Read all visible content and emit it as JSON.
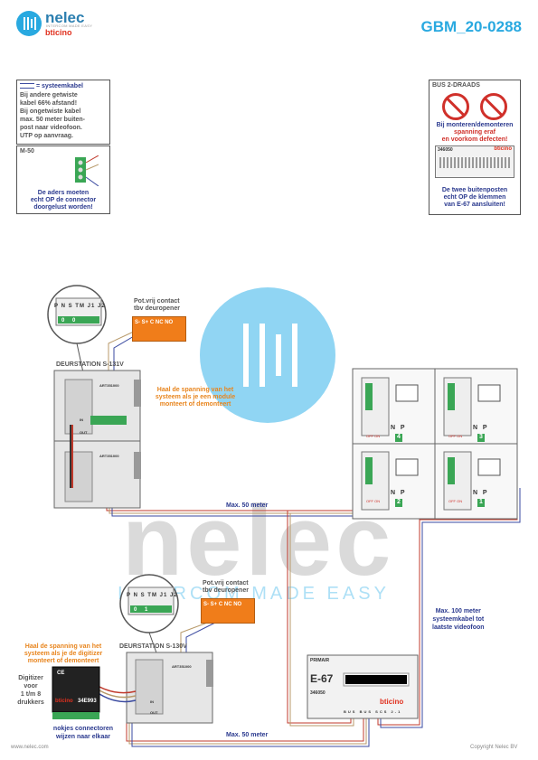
{
  "header": {
    "logo_name": "nelec",
    "logo_tagline": "INTERCOM MADE EASY",
    "logo_brand": "bticino",
    "doc_code": "GBM_20-0288"
  },
  "watermark": {
    "text": "nelec",
    "slogan": "INTERCOM MADE EASY"
  },
  "note_cable": {
    "title": "= systeemkabel",
    "lines": [
      "Bij andere getwiste",
      "kabel 66% afstand!",
      "Bij ongetwiste kabel",
      "max. 50 meter buiten-",
      "post naar videofoon.",
      "UTP op aanvraag."
    ]
  },
  "note_m50": {
    "title": "M-50",
    "warning_lines": [
      "De aders moeten",
      "echt OP de connector",
      "doorgelust worden!"
    ]
  },
  "note_bus": {
    "title": "BUS 2-DRAADS",
    "warning_lines": [
      "Bij monteren/demonteren",
      "spanning eraf",
      "en voorkom defecten!"
    ],
    "module_code": "346050",
    "module_brand": "bticino",
    "bottom_lines": [
      "De twee buitenposten",
      "echt OP de klemmen",
      "van E-67 aansluiten!"
    ]
  },
  "upper_station": {
    "terminals": [
      "P",
      "N",
      "S",
      "TM",
      "J1",
      "J2"
    ],
    "jumpers": [
      "0",
      "0"
    ],
    "contact_title_lines": [
      "Pot.vrij contact",
      "tbv deuropener"
    ],
    "contact_terminals": [
      "S-",
      "S+",
      "C",
      "NC",
      "NO"
    ],
    "name": "DEURSTATION S-131V",
    "module_label": "ART351000",
    "in_label": "IN",
    "out_label": "OUT",
    "module_label_2": "ART351000",
    "warning_lines": [
      "Haal de spanning van het",
      "systeem als je een module",
      "monteert of demonteert"
    ]
  },
  "lower_station": {
    "terminals": [
      "P",
      "N",
      "S",
      "TM",
      "J1",
      "J2"
    ],
    "jumpers": [
      "0",
      "1"
    ],
    "contact_title_lines": [
      "Pot.vrij contact",
      "tbv deuropener"
    ],
    "contact_terminals": [
      "S-",
      "S+",
      "C",
      "NC",
      "NO"
    ],
    "name": "DEURSTATION S-130V",
    "module_label": "ART351000",
    "in_label": "IN",
    "out_label": "OUT",
    "warning_lines": [
      "Haal de spanning van het",
      "systeem als je de digitizer",
      "monteert of demonteert"
    ],
    "digitizer_lines": [
      "Digitizer",
      "voor",
      "1 t/m 8",
      "drukkers"
    ],
    "digitizer_code": "34E993",
    "digitizer_brand": "bticino",
    "nokjes_lines": [
      "nokjes connectoren",
      "wijzen naar elkaar"
    ]
  },
  "monitors": [
    {
      "n": "N",
      "p": "P",
      "num": "4",
      "off_on": "OFF ON"
    },
    {
      "n": "N",
      "p": "P",
      "num": "3",
      "off_on": "OFF ON"
    },
    {
      "n": "N",
      "p": "P",
      "num": "2",
      "off_on": "OFF ON"
    },
    {
      "n": "N",
      "p": "P",
      "num": "1",
      "off_on": "OFF ON"
    }
  ],
  "cable_labels": {
    "max50_top": "Max. 50 meter",
    "max50_bottom": "Max. 50 meter",
    "max100_lines": [
      "Max. 100 meter",
      "systeemkabel tot",
      "laatste videofoon"
    ]
  },
  "power_unit": {
    "top_label": "PRIMAIR",
    "name": "E-67",
    "code": "346050",
    "brand": "bticino",
    "terminals": [
      "BUS",
      "BUS",
      "SCS",
      "2-1"
    ]
  },
  "footer": {
    "left": "www.nelec.com",
    "right": "Copyright Nelec BV"
  },
  "colors": {
    "accent_blue": "#29a9e0",
    "warning_red": "#d0302a",
    "warning_orange": "#e8851e",
    "note_blue": "#2b3a8f",
    "cable_red": "#c0392b",
    "cable_tan": "#b89a6a",
    "cable_blue": "#3a4aa0",
    "terminal_green": "#3aa655"
  }
}
